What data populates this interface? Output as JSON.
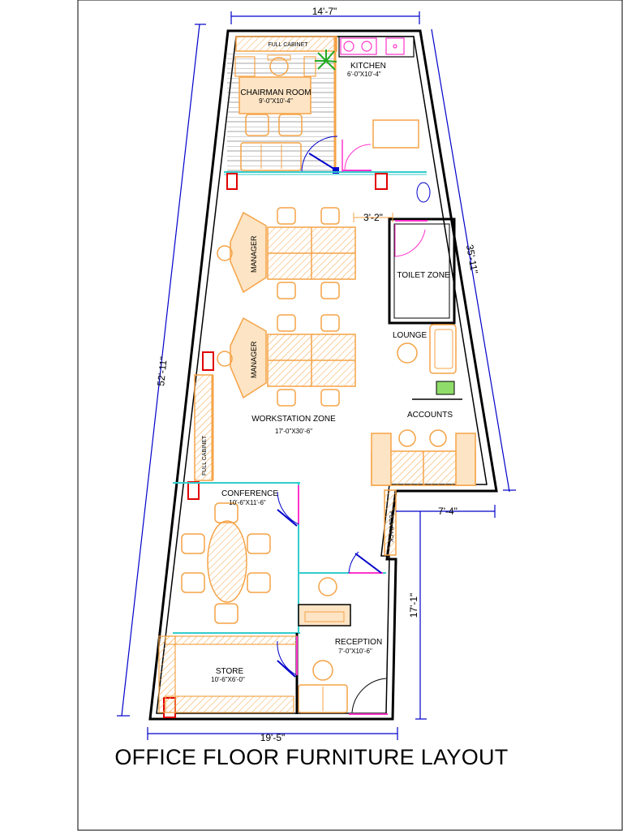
{
  "title": "OFFICE  FLOOR FURNITURE LAYOUT",
  "colors": {
    "wall": "#000000",
    "furniture": "#f5a347",
    "furniture_fill": "#fde4c4",
    "dimension": "#0000cc",
    "glass": "#33cccc",
    "door": "#ff33cc",
    "column": "#e00000",
    "plant": "#22aa22"
  },
  "dimensions": {
    "top_width": "14'-7\"",
    "left_length": "52'-11\"",
    "right_upper": "35'-11\"",
    "right_lower": "17'-1\"",
    "step": "7'-4\"",
    "bottom_width": "19'-5\"",
    "corridor": "3'-2\""
  },
  "rooms": {
    "chairman": {
      "name": "CHAIRMAN ROOM",
      "size": "9'-0\"X10'-4\"",
      "cabinet": "FULL CABINET"
    },
    "kitchen": {
      "name": "KITCHEN",
      "size": "6'-0\"X10'-4\""
    },
    "toilet": {
      "name": "TOILET ZONE"
    },
    "lounge": {
      "name": "LOUNGE"
    },
    "workstation": {
      "name": "WORKSTATION ZONE",
      "size": "17'-0\"X30'-6\"",
      "manager": "MANAGER"
    },
    "accounts": {
      "name": "ACCOUNTS"
    },
    "left_cabinet": {
      "label": "FULL CABINET"
    },
    "conference": {
      "name": "CONFERENCE",
      "size": "10'-6\"X11'-6\""
    },
    "rack": {
      "label": "FULL RACK"
    },
    "reception": {
      "name": "RECEPTION",
      "size": "7'-0\"X10'-6\""
    },
    "store": {
      "name": "STORE",
      "size": "10'-6\"X6'-0\""
    }
  }
}
